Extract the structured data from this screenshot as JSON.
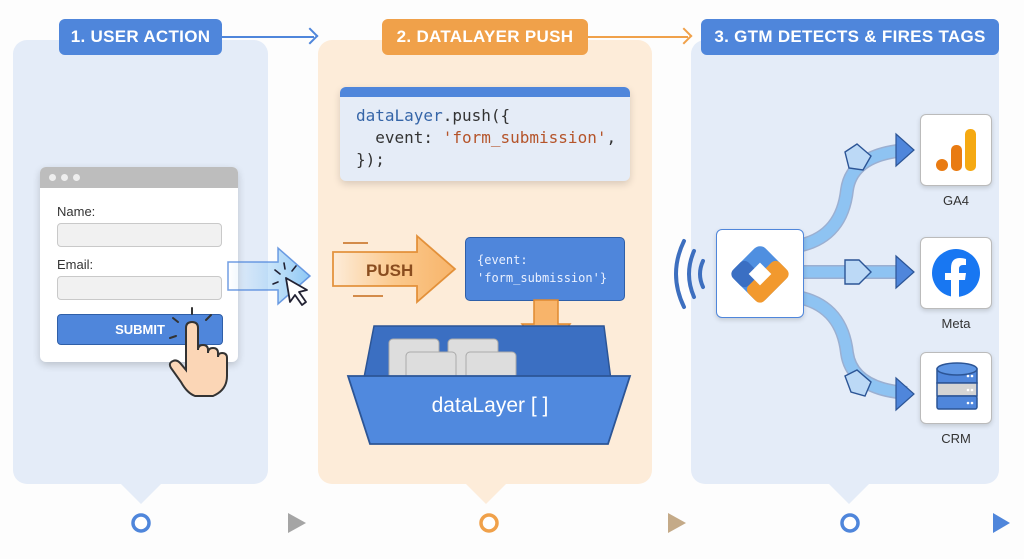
{
  "steps": [
    {
      "number": "1",
      "label": "1. USER ACTION",
      "color": "#4f86db"
    },
    {
      "number": "2",
      "label": "2. DATALAYER PUSH",
      "color": "#f0a14a"
    },
    {
      "number": "3",
      "label": "3. GTM DETECTS & FIRES TAGS",
      "color": "#4f86db"
    }
  ],
  "form": {
    "name_label": "Name:",
    "name_value": "",
    "email_label": "Email:",
    "email_value": "",
    "submit_label": "SUBMIT"
  },
  "code_snippet": {
    "line1_obj": "dataLayer",
    "line1_rest": ".push({",
    "line2_key": "  event: ",
    "line2_value": "'form_submission'",
    "line2_end": ",",
    "line3": "});"
  },
  "push_label": "PUSH",
  "event_object": "{event:\n'form_submission'}",
  "datalayer_label": "dataLayer [ ]",
  "gtm": {
    "name": "Google Tag Manager"
  },
  "destinations": [
    {
      "label": "GA4",
      "icon": "ga4-icon"
    },
    {
      "label": "Meta",
      "icon": "facebook-icon"
    },
    {
      "label": "CRM",
      "icon": "database-icon"
    }
  ],
  "timeline": {
    "nodes": 3,
    "colors": {
      "gray": "#c4c4c4",
      "blue": "#4f86db",
      "orange": "#f0a14a"
    }
  }
}
